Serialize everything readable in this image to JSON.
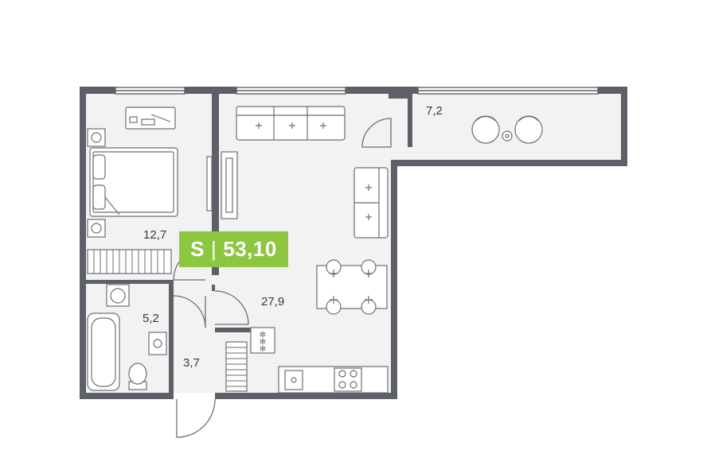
{
  "badge": {
    "prefix": "S",
    "separator": "|",
    "total_area": "53,10",
    "color": "#8dc63f"
  },
  "rooms": {
    "bedroom": "12,7",
    "balcony": "7,2",
    "living": "27,9",
    "bathroom": "5,2",
    "hallway": "3,7"
  },
  "colors": {
    "wall": "#5d6066",
    "floor": "#f2f2f2",
    "furniture_stroke": "#6b6e73"
  }
}
